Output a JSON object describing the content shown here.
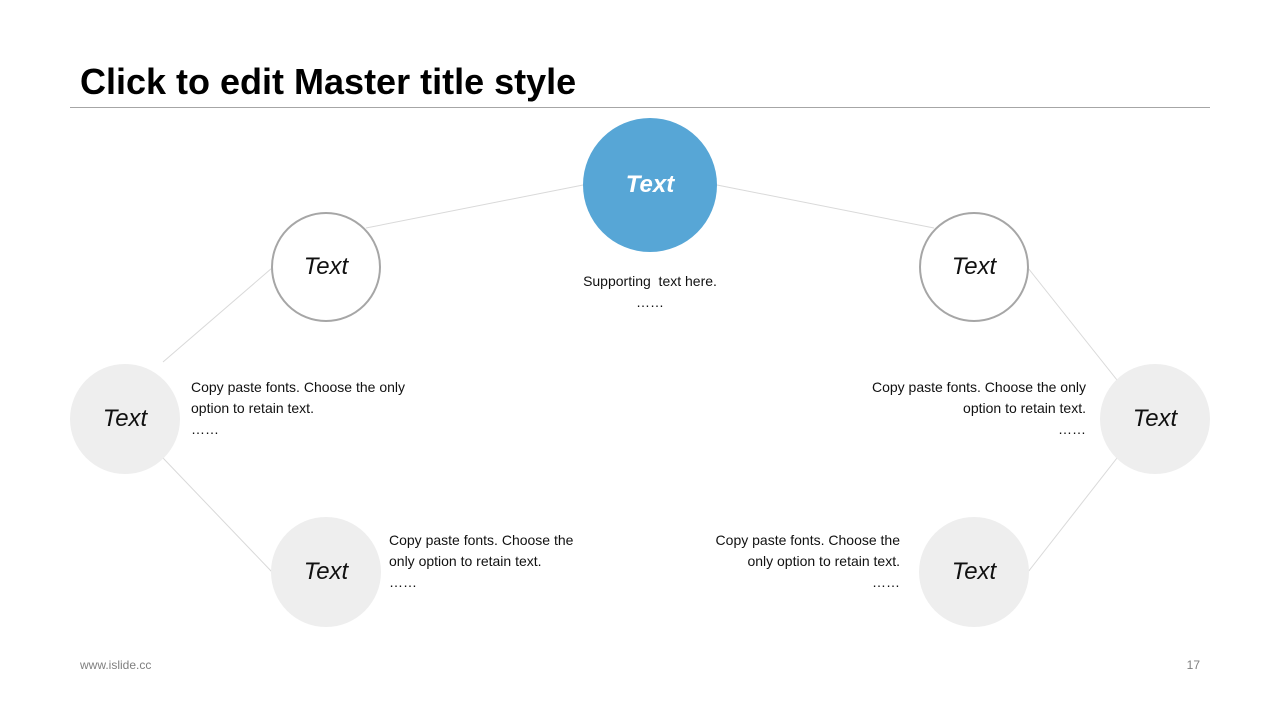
{
  "slide": {
    "title": "Click to edit Master title style",
    "footer_url": "www.islide.cc",
    "page_number": "17"
  },
  "colors": {
    "accent": "#57a6d6",
    "outline": "#a6a6a6",
    "light_fill": "#eeeeee",
    "connector": "#d9d9d9"
  },
  "diagram": {
    "center": {
      "label": "Text",
      "supporting": "Supporting  text here.",
      "ellipsis": "……"
    },
    "upper_left": {
      "label": "Text"
    },
    "upper_right": {
      "label": "Text"
    },
    "mid_left": {
      "label": "Text",
      "body": "Copy paste fonts. Choose the only\noption to retain text.",
      "ellipsis": "……"
    },
    "mid_right": {
      "label": "Text",
      "body": "Copy paste fonts. Choose the only\noption to retain text.",
      "ellipsis": "……"
    },
    "lower_left": {
      "label": "Text",
      "body": "Copy paste fonts. Choose the\nonly option to retain text.",
      "ellipsis": "……"
    },
    "lower_right": {
      "label": "Text",
      "body": "Copy paste fonts. Choose the\nonly option to retain text.",
      "ellipsis": "……"
    }
  }
}
